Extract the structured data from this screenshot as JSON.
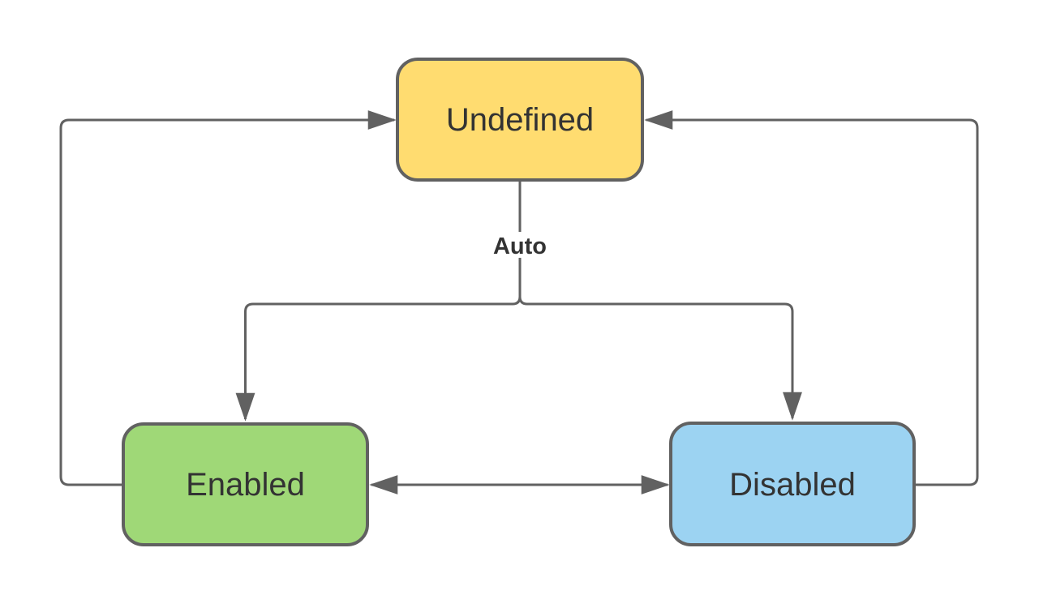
{
  "diagram": {
    "type": "state-transition-diagram",
    "background": "#ffffff",
    "connector_color": "#616161",
    "text_color": "#333333",
    "nodes": [
      {
        "id": "undefined",
        "label": "Undefined",
        "fill": "#FFDC70",
        "stroke": "#616161",
        "position": "top-center"
      },
      {
        "id": "enabled",
        "label": "Enabled",
        "fill": "#9FD877",
        "stroke": "#616161",
        "position": "bottom-left"
      },
      {
        "id": "disabled",
        "label": "Disabled",
        "fill": "#9CD3F2",
        "stroke": "#616161",
        "position": "bottom-right"
      }
    ],
    "edges": [
      {
        "from": "enabled",
        "to": "undefined",
        "label": "",
        "route": "left-loop",
        "bidirectional": false
      },
      {
        "from": "disabled",
        "to": "undefined",
        "label": "",
        "route": "right-loop",
        "bidirectional": false
      },
      {
        "from": "undefined",
        "to": "enabled",
        "label": "Auto",
        "route": "branch-left",
        "bidirectional": false
      },
      {
        "from": "undefined",
        "to": "disabled",
        "label": "Auto",
        "route": "branch-right",
        "bidirectional": false
      },
      {
        "from": "enabled",
        "to": "disabled",
        "label": "",
        "route": "straight",
        "bidirectional": true
      }
    ]
  }
}
